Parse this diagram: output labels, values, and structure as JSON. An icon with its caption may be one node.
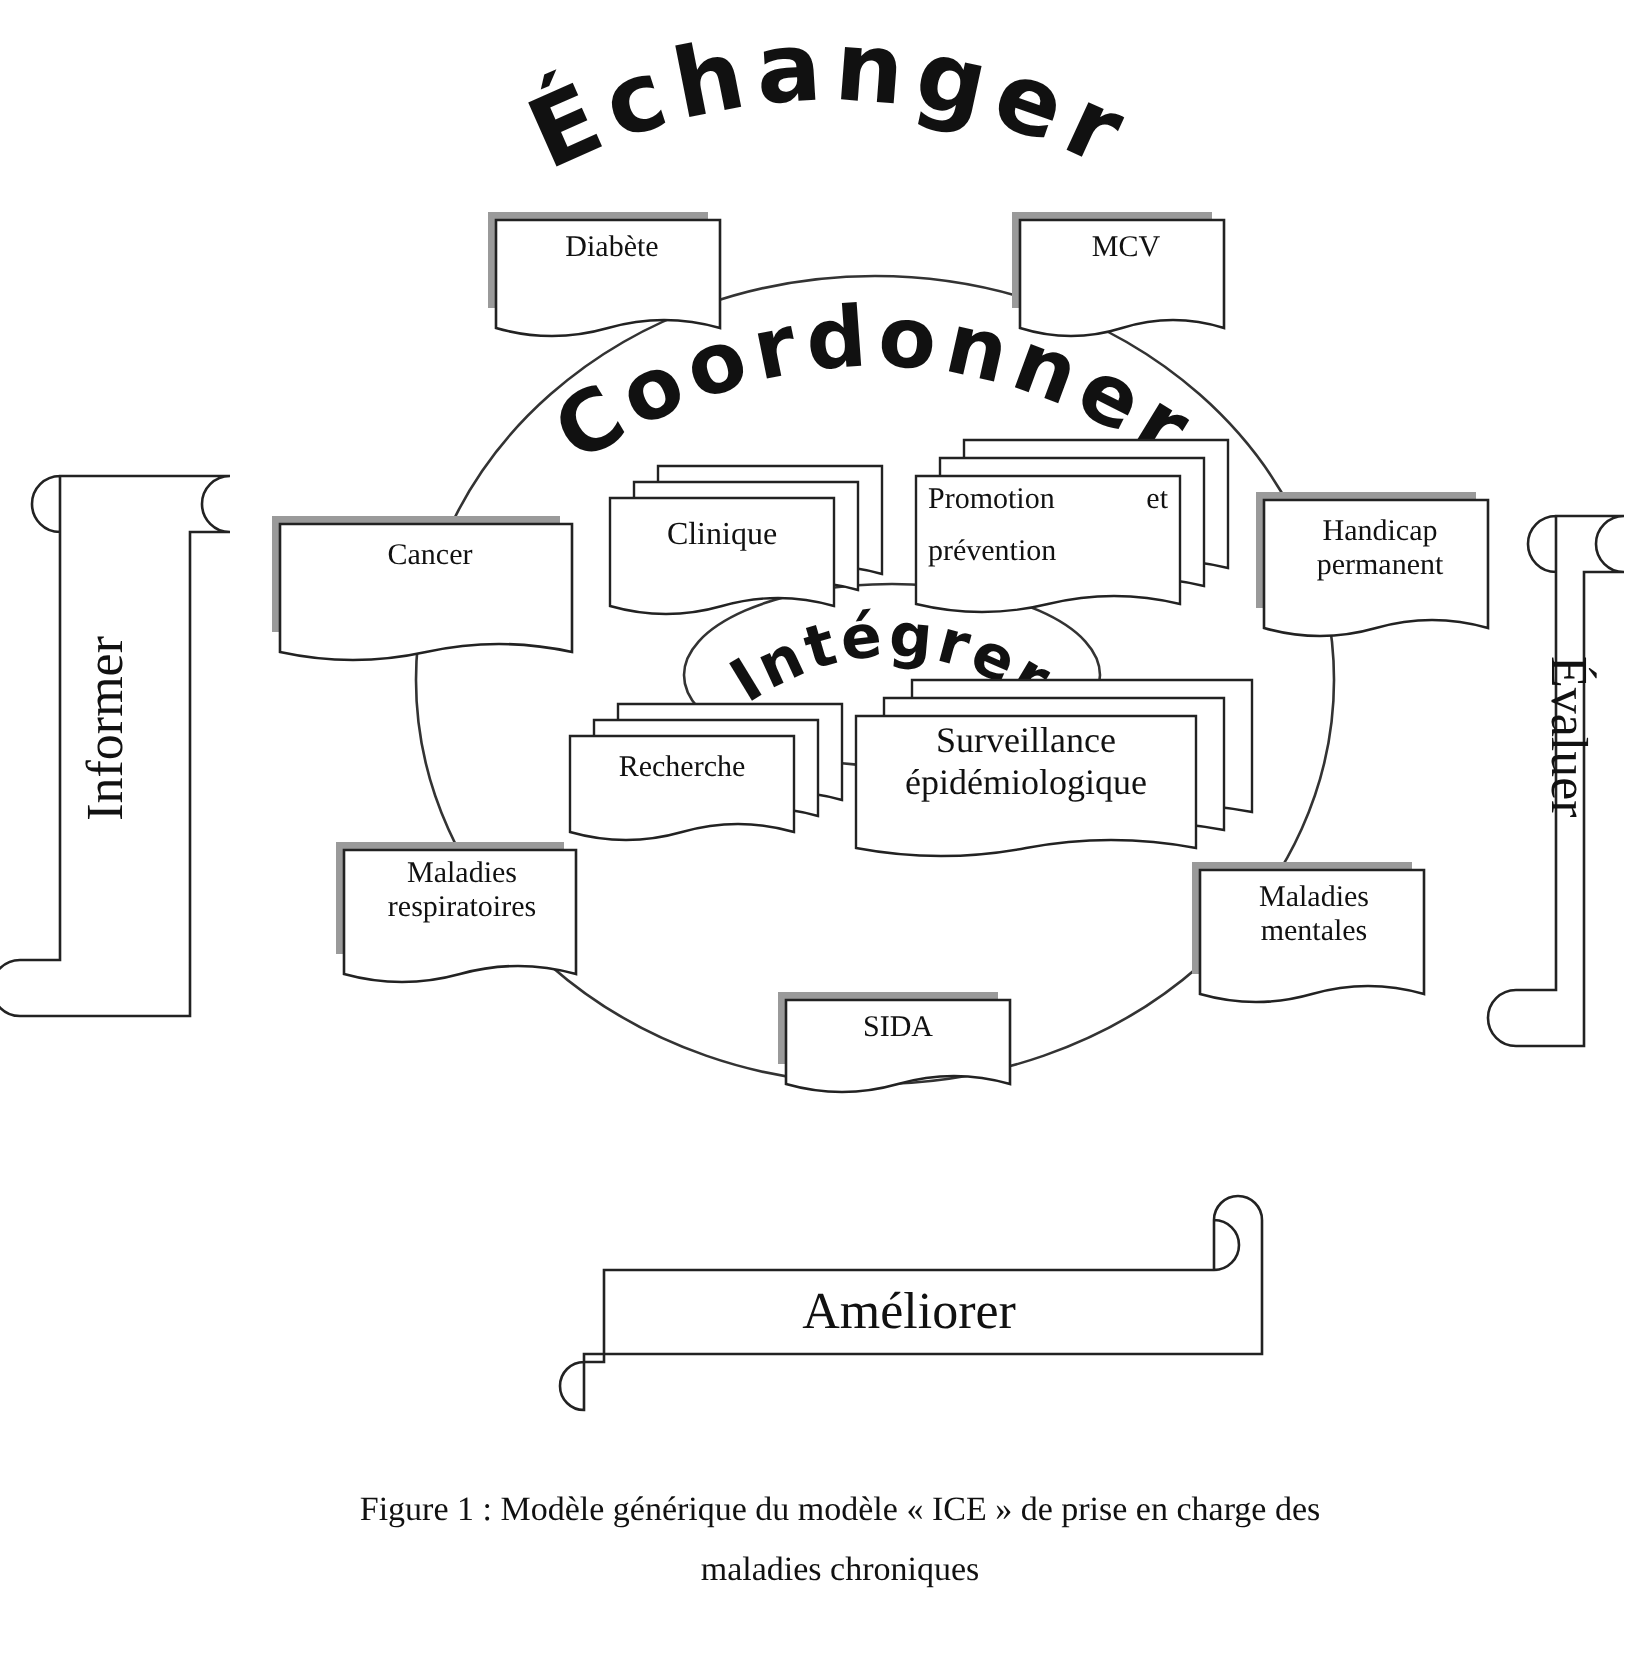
{
  "diagram": {
    "caption": "Figure 1 : Modèle générique du modèle « ICE » de prise en charge des maladies chroniques",
    "nodes": [
      {
        "text": [
          "Informer"
        ]
      },
      {
        "text": [
          "Évaluer"
        ]
      },
      {
        "text": [
          "Améliorer"
        ]
      },
      {
        "text": [
          "Coordonner"
        ]
      },
      {
        "text": [
          "Diabète"
        ]
      },
      {
        "text": [
          "MCV"
        ]
      },
      {
        "text": [
          "Cancer"
        ]
      },
      {
        "text": [
          "Handicap permanent"
        ]
      },
      {
        "text": [
          "Maladies respiratoires"
        ]
      },
      {
        "text": [
          "Maladies mentales"
        ]
      },
      {
        "text": [
          "SIDA"
        ]
      },
      {
        "text": [
          "Intégrer"
        ],
        "in": 3
      },
      {
        "text": [
          "Clinique"
        ],
        "in": 3
      },
      {
        "text": [
          "Promotion et prévention"
        ],
        "in": 3
      },
      {
        "text": [
          "Recherche"
        ],
        "in": 3
      },
      {
        "text": [
          "Surveillance épidémiologique"
        ],
        "in": 3
      }
    ],
    "edges": [],
    "labels": [
      "Échanger"
    ]
  }
}
